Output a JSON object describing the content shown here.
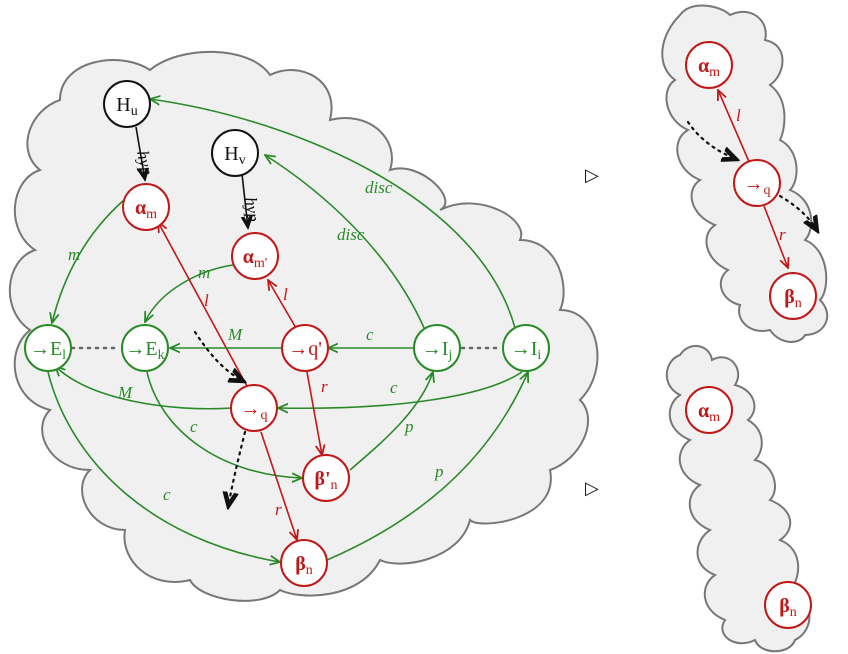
{
  "colors": {
    "green": "#2a8a2a",
    "red": "#c01818",
    "black": "#111111",
    "cloud_fill": "#f0f0f0",
    "cloud_stroke": "#777777"
  },
  "main": {
    "nodes": {
      "Hu": {
        "base": "H",
        "sub": "u",
        "color": "black"
      },
      "Hv": {
        "base": "H",
        "sub": "v",
        "color": "black"
      },
      "am": {
        "base": "α",
        "sub": "m",
        "color": "red"
      },
      "amp": {
        "base": "α",
        "sub": "m'",
        "color": "red"
      },
      "El": {
        "base": "→E",
        "sub": "l",
        "color": "green"
      },
      "Ek": {
        "base": "→E",
        "sub": "k",
        "color": "green"
      },
      "qp": {
        "base": "→q'",
        "sub": "",
        "color": "red"
      },
      "Ij": {
        "base": "→I",
        "sub": "j",
        "color": "green"
      },
      "Ii": {
        "base": "→I",
        "sub": "i",
        "color": "green"
      },
      "q": {
        "base": "→",
        "sub": "q",
        "color": "red"
      },
      "bpn": {
        "base": "β'",
        "sub": "n",
        "color": "red"
      },
      "bn": {
        "base": "β",
        "sub": "n",
        "color": "red"
      }
    },
    "edge_labels": {
      "hyp_u": "hyp",
      "hyp_v": "hyp",
      "disc_1": "disc",
      "disc_2": "disc",
      "m_1": "m",
      "m_2": "m",
      "l_1": "l",
      "l_2": "l",
      "M_1": "M",
      "M_2": "M",
      "c_1": "c",
      "c_2": "c",
      "c_3": "c",
      "c_4": "c",
      "r_1": "r",
      "r_2": "r",
      "p_1": "p",
      "p_2": "p"
    }
  },
  "arrows": {
    "top": "▷",
    "bottom": "▷"
  },
  "panel_top": {
    "nodes": {
      "am": {
        "base": "α",
        "sub": "m"
      },
      "q": {
        "base": "→",
        "sub": "q"
      },
      "bn": {
        "base": "β",
        "sub": "n"
      }
    },
    "edge_labels": {
      "l": "l",
      "r": "r"
    }
  },
  "panel_bottom": {
    "nodes": {
      "am": {
        "base": "α",
        "sub": "m"
      },
      "bn": {
        "base": "β",
        "sub": "n"
      }
    }
  }
}
